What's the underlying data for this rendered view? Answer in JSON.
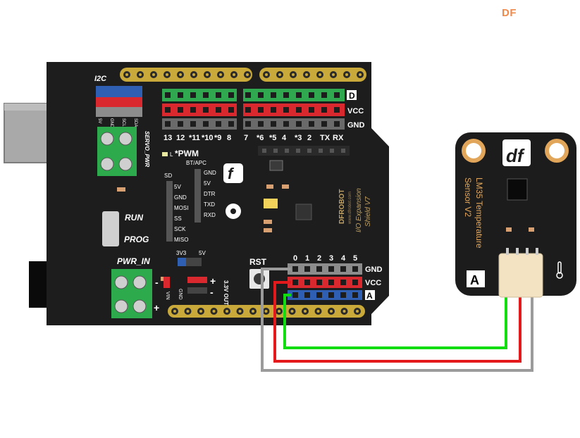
{
  "watermark": "DF",
  "shield": {
    "i2c_label": "I2C",
    "i2c_pins": [
      "5V",
      "GND",
      "SCL",
      "SDA"
    ],
    "servo_pwr": "SERVO_PWR",
    "d_row_label": "D",
    "vcc_label": "VCC",
    "gnd_label": "GND",
    "digital_pins": [
      "13",
      "12",
      "*11",
      "*10",
      "*9",
      "8",
      "7",
      "*6",
      "*5",
      "4",
      "*3",
      "2",
      "TX",
      "RX"
    ],
    "pwm_label": "*PWM",
    "l_label": "L",
    "sd_label": "SD",
    "sd_pins": [
      "5V",
      "GND",
      "MOSI",
      "SS",
      "SCK",
      "MISO"
    ],
    "btapc_label": "BT/APC",
    "bt_pins": [
      "GND",
      "5V",
      "DTR",
      "TXD",
      "RXD"
    ],
    "run_label": "RUN",
    "prog_label": "PROG",
    "pwr_in_label": "PWR_IN",
    "vin_label": "VIN",
    "gnd2_label": "GND",
    "out_label": "3.3V OUT",
    "v3_label": "3V3",
    "v5_label": "5V",
    "rst_label": "RST",
    "analog_pins": [
      "0",
      "1",
      "2",
      "3",
      "4",
      "5"
    ],
    "a_gnd": "GND",
    "a_vcc": "VCC",
    "a_label": "A",
    "brand": "DFROBOT",
    "brand_url": "www.dfrobot.com",
    "title_line1": "I/O Expansion",
    "title_line2": "Shield V7"
  },
  "sensor": {
    "logo": "df",
    "line1": "LM35 Temperature",
    "line2": "Sensor V2",
    "a_label": "A"
  },
  "colors": {
    "board": "#1d1d1d",
    "header": "#c8a93a",
    "pin_green": "#2fa84f",
    "pin_red": "#d9282e",
    "pin_gray": "#8c8c8c",
    "pin_blue": "#2f5fb3",
    "terminal_green": "#2daa4c",
    "wire_green": "#11dd11",
    "wire_red": "#e3191c",
    "wire_gray": "#9b9b9b",
    "sensor_board": "#1c1c1c",
    "mount_hole": "#e2a65a"
  }
}
